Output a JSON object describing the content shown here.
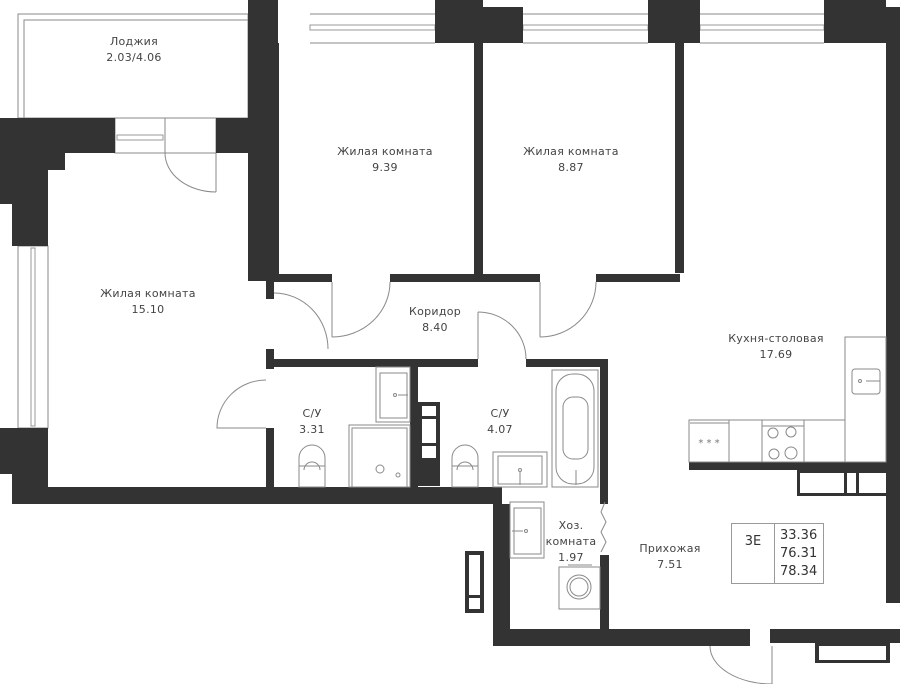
{
  "plan": {
    "apartment_type": "3E",
    "areas": {
      "living": "33.36",
      "total": "76.31",
      "total_with_loggia": "78.34"
    },
    "wall_color": "#333333",
    "rooms": [
      {
        "id": "loggia",
        "name": "Лоджия",
        "area": "2.03/4.06"
      },
      {
        "id": "bedroom-1",
        "name": "Жилая комната",
        "area": "9.39"
      },
      {
        "id": "bedroom-2",
        "name": "Жилая комната",
        "area": "8.87"
      },
      {
        "id": "living-room",
        "name": "Жилая комната",
        "area": "15.10"
      },
      {
        "id": "corridor",
        "name": "Коридор",
        "area": "8.40"
      },
      {
        "id": "kitchen",
        "name": "Кухня-столовая",
        "area": "17.69"
      },
      {
        "id": "bathroom-1",
        "name": "С/У",
        "area": "3.31"
      },
      {
        "id": "bathroom-2",
        "name": "С/У",
        "area": "4.07"
      },
      {
        "id": "utility",
        "name": "Хоз.",
        "name2": "комната",
        "area": "1.97"
      },
      {
        "id": "hallway",
        "name": "Прихожая",
        "area": "7.51"
      }
    ],
    "fixtures": [
      "toilet-icon",
      "sink-icon",
      "shower-icon",
      "bathtub-icon",
      "stove-icon",
      "kitchen-sink-icon",
      "washing-machine-icon",
      "door-icon",
      "window-icon"
    ]
  }
}
